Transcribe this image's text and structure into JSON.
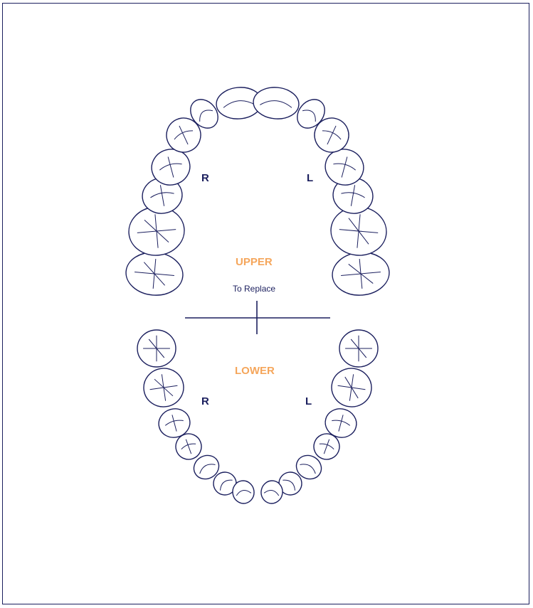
{
  "colors": {
    "ink": "#1b1f5e",
    "accent": "#f5a65b"
  },
  "upper": {
    "label": "UPPER",
    "right": "R",
    "left": "L"
  },
  "caption": "To Replace",
  "lower": {
    "label": "LOWER",
    "right": "R",
    "left": "L"
  },
  "icons": [
    "tooth-icon",
    "crosshair-divider"
  ]
}
